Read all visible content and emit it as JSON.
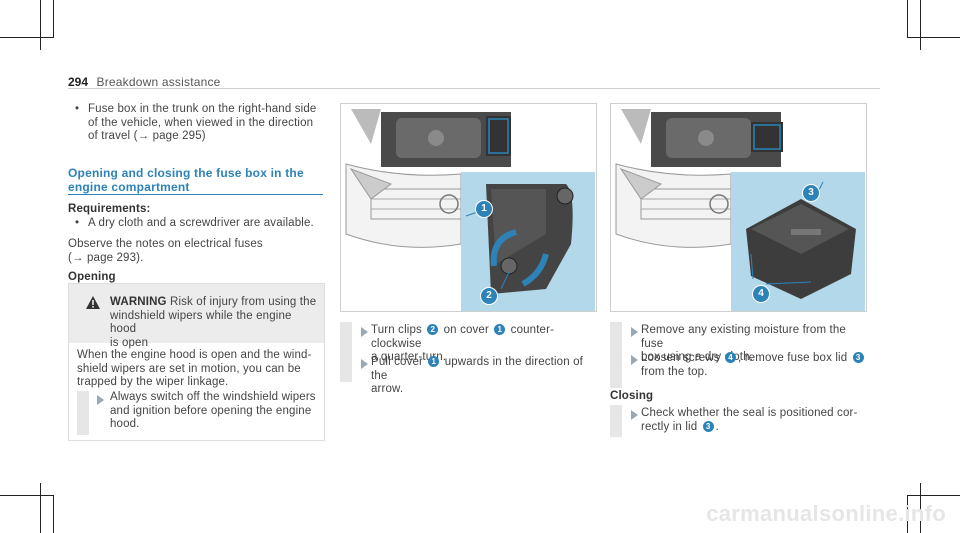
{
  "header": {
    "page_number": "294",
    "title": "Breakdown assistance"
  },
  "col1": {
    "bullet_text_1": "Fuse box in the trunk on the right-hand side",
    "bullet_text_2": "of the vehicle, when viewed in the direction",
    "bullet_text_3": "of travel (→ page 295)",
    "section_title_1": "Opening and closing the fuse box in the",
    "section_title_2": "engine compartment",
    "requirements_label": "Requirements:",
    "requirement_item": "A dry cloth and a screwdriver are available.",
    "observe_1": "Observe the notes on electrical fuses",
    "observe_2": "(→ page 293).",
    "opening_label": "Opening",
    "warning_label": "WARNING",
    "warning_title_1": "Risk of injury from using the",
    "warning_title_2": "windshield wipers while the engine hood",
    "warning_title_3": "is open",
    "warning_body_1": "When the engine hood is open and the wind-",
    "warning_body_2": "shield wipers are set in motion, you can be",
    "warning_body_3": "trapped by the wiper linkage.",
    "warning_step_1": "Always switch off the windshield wipers",
    "warning_step_2": "and ignition before opening the engine",
    "warning_step_3": "hood."
  },
  "col2": {
    "callouts": [
      "1",
      "2"
    ],
    "step1_a": "Turn clips",
    "step1_b": "on cover",
    "step1_c": "counter-clockwise",
    "step1_d": "a quarter-turn.",
    "step2_a": "Pull cover",
    "step2_b": "upwards in the direction of the",
    "step2_c": "arrow.",
    "ref_clip": "2",
    "ref_cover": "1"
  },
  "col3": {
    "callouts": [
      "3",
      "4"
    ],
    "step1_a": "Remove any existing moisture from the fuse",
    "step1_b": "box using a dry cloth.",
    "step2_a": "Loosen screws",
    "step2_b": ", remove fuse box lid",
    "step2_c": "from the top.",
    "ref_screw": "4",
    "ref_lid": "3",
    "closing_label": "Closing",
    "step3_a": "Check whether the seal is positioned cor-",
    "step3_b": "rectly in lid",
    "step3_c": ".",
    "ref_lid2": "3"
  },
  "colors": {
    "accent": "#2d83b8",
    "inset": "#b3d8ea",
    "warn_bg": "#ececec"
  },
  "watermark": "carmanualsonline.info"
}
